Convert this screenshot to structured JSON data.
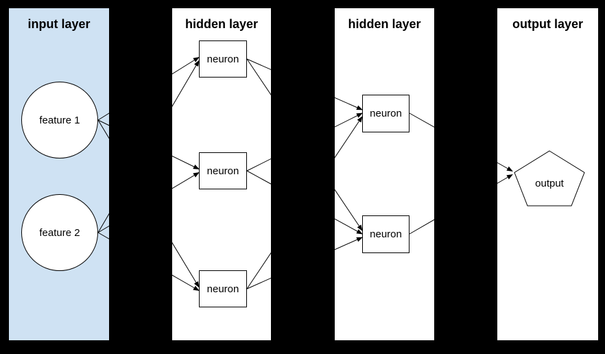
{
  "diagram": {
    "type": "neural-network-layers",
    "background_color": "#000000",
    "line_color": "#000000",
    "shape_fill": "#ffffff",
    "shape_stroke": "#000000",
    "input_panel_bg": "#cfe2f3",
    "panels": [
      {
        "id": "input",
        "label": "input layer"
      },
      {
        "id": "hidden1",
        "label": "hidden layer"
      },
      {
        "id": "hidden2",
        "label": "hidden layer"
      },
      {
        "id": "output",
        "label": "output layer"
      }
    ],
    "nodes": [
      {
        "id": "feature1",
        "label": "feature 1",
        "shape": "circle",
        "panel": "input"
      },
      {
        "id": "feature2",
        "label": "feature 2",
        "shape": "circle",
        "panel": "input"
      },
      {
        "id": "h1n1",
        "label": "neuron",
        "shape": "rect",
        "panel": "hidden1"
      },
      {
        "id": "h1n2",
        "label": "neuron",
        "shape": "rect",
        "panel": "hidden1"
      },
      {
        "id": "h1n3",
        "label": "neuron",
        "shape": "rect",
        "panel": "hidden1"
      },
      {
        "id": "h2n1",
        "label": "neuron",
        "shape": "rect",
        "panel": "hidden2"
      },
      {
        "id": "h2n2",
        "label": "neuron",
        "shape": "rect",
        "panel": "hidden2"
      },
      {
        "id": "out",
        "label": "output",
        "shape": "pentagon",
        "panel": "output"
      }
    ],
    "edges": [
      {
        "from": "feature1",
        "to": "h1n1"
      },
      {
        "from": "feature1",
        "to": "h1n2"
      },
      {
        "from": "feature1",
        "to": "h1n3"
      },
      {
        "from": "feature2",
        "to": "h1n1"
      },
      {
        "from": "feature2",
        "to": "h1n2"
      },
      {
        "from": "feature2",
        "to": "h1n3"
      },
      {
        "from": "h1n1",
        "to": "h2n1"
      },
      {
        "from": "h1n1",
        "to": "h2n2"
      },
      {
        "from": "h1n2",
        "to": "h2n1"
      },
      {
        "from": "h1n2",
        "to": "h2n2"
      },
      {
        "from": "h1n3",
        "to": "h2n1"
      },
      {
        "from": "h1n3",
        "to": "h2n2"
      },
      {
        "from": "h2n1",
        "to": "out"
      },
      {
        "from": "h2n2",
        "to": "out"
      }
    ]
  }
}
